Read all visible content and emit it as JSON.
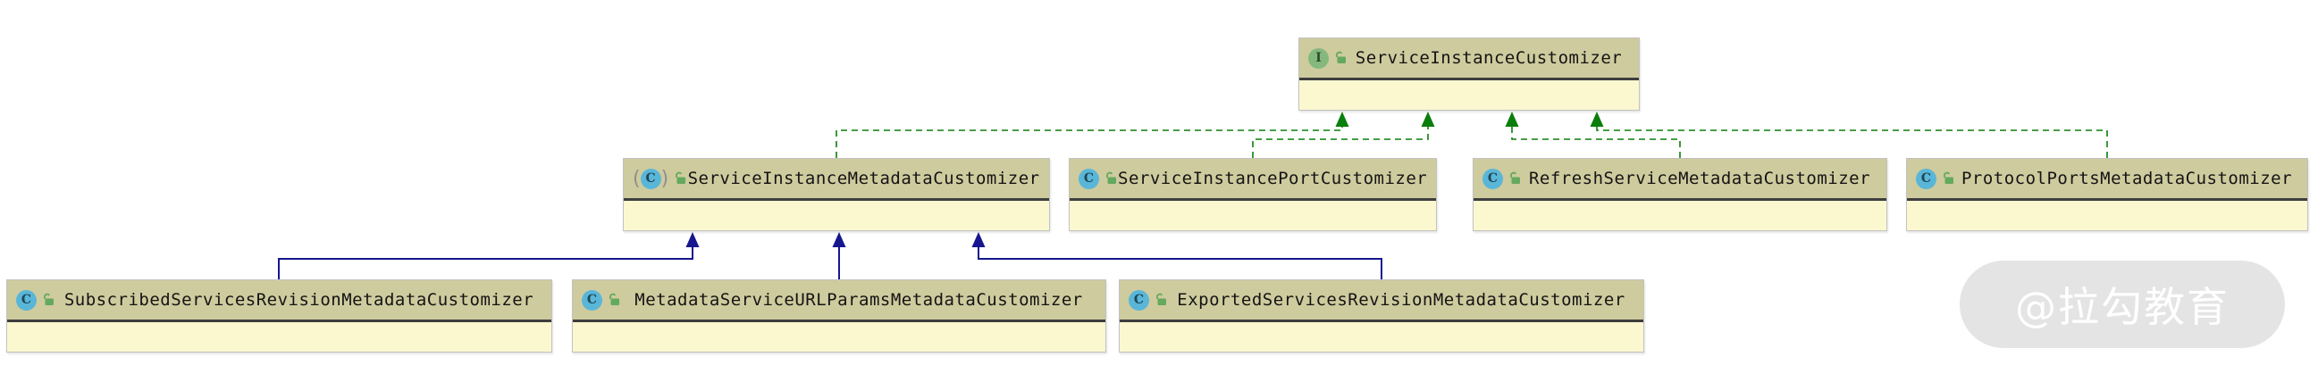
{
  "diagram": {
    "type": "uml-class-diagram",
    "nodes": [
      {
        "name": "ServiceInstanceCustomizer",
        "kind": "interface",
        "icon_letter": "I",
        "visibility": "public"
      },
      {
        "name": "ServiceInstanceMetadataCustomizer",
        "kind": "abstract-class",
        "icon_letter": "C",
        "visibility": "public"
      },
      {
        "name": "ServiceInstancePortCustomizer",
        "kind": "class",
        "icon_letter": "C",
        "visibility": "public"
      },
      {
        "name": "RefreshServiceMetadataCustomizer",
        "kind": "class",
        "icon_letter": "C",
        "visibility": "public"
      },
      {
        "name": "ProtocolPortsMetadataCustomizer",
        "kind": "class",
        "icon_letter": "C",
        "visibility": "public"
      },
      {
        "name": "SubscribedServicesRevisionMetadataCustomizer",
        "kind": "class",
        "icon_letter": "C",
        "visibility": "public"
      },
      {
        "name": "MetadataServiceURLParamsMetadataCustomizer",
        "kind": "class",
        "icon_letter": "C",
        "visibility": "public"
      },
      {
        "name": "ExportedServicesRevisionMetadataCustomizer",
        "kind": "class",
        "icon_letter": "C",
        "visibility": "public"
      }
    ],
    "edges": [
      {
        "from": "ServiceInstanceMetadataCustomizer",
        "to": "ServiceInstanceCustomizer",
        "type": "implements",
        "style": "dashed-green"
      },
      {
        "from": "ServiceInstancePortCustomizer",
        "to": "ServiceInstanceCustomizer",
        "type": "implements",
        "style": "dashed-green"
      },
      {
        "from": "RefreshServiceMetadataCustomizer",
        "to": "ServiceInstanceCustomizer",
        "type": "implements",
        "style": "dashed-green"
      },
      {
        "from": "ProtocolPortsMetadataCustomizer",
        "to": "ServiceInstanceCustomizer",
        "type": "implements",
        "style": "dashed-green"
      },
      {
        "from": "SubscribedServicesRevisionMetadataCustomizer",
        "to": "ServiceInstanceMetadataCustomizer",
        "type": "extends",
        "style": "solid-navy"
      },
      {
        "from": "MetadataServiceURLParamsMetadataCustomizer",
        "to": "ServiceInstanceMetadataCustomizer",
        "type": "extends",
        "style": "solid-navy"
      },
      {
        "from": "ExportedServicesRevisionMetadataCustomizer",
        "to": "ServiceInstanceMetadataCustomizer",
        "type": "extends",
        "style": "solid-navy"
      }
    ],
    "colors": {
      "canvas-bg": "#ffffff",
      "header-bg": "#cecb9e",
      "body-bg": "#fbf8d0",
      "box-border": "#c2c2c2",
      "divider": "#3e3e3e",
      "text": "#141414",
      "implements-edge": "#0a7e0a",
      "extends-edge": "#16168f",
      "interface-icon-bg": "#85b87d",
      "interface-icon-letter": "#2c4a2c",
      "class-icon-bg": "#59b6d8",
      "class-icon-letter": "#1f4653",
      "lock-icon": "#63a95e",
      "watermark-bg": "#e4e4e4",
      "watermark-text": "#ffffff"
    },
    "watermark": {
      "text": "@拉勾教育"
    }
  }
}
